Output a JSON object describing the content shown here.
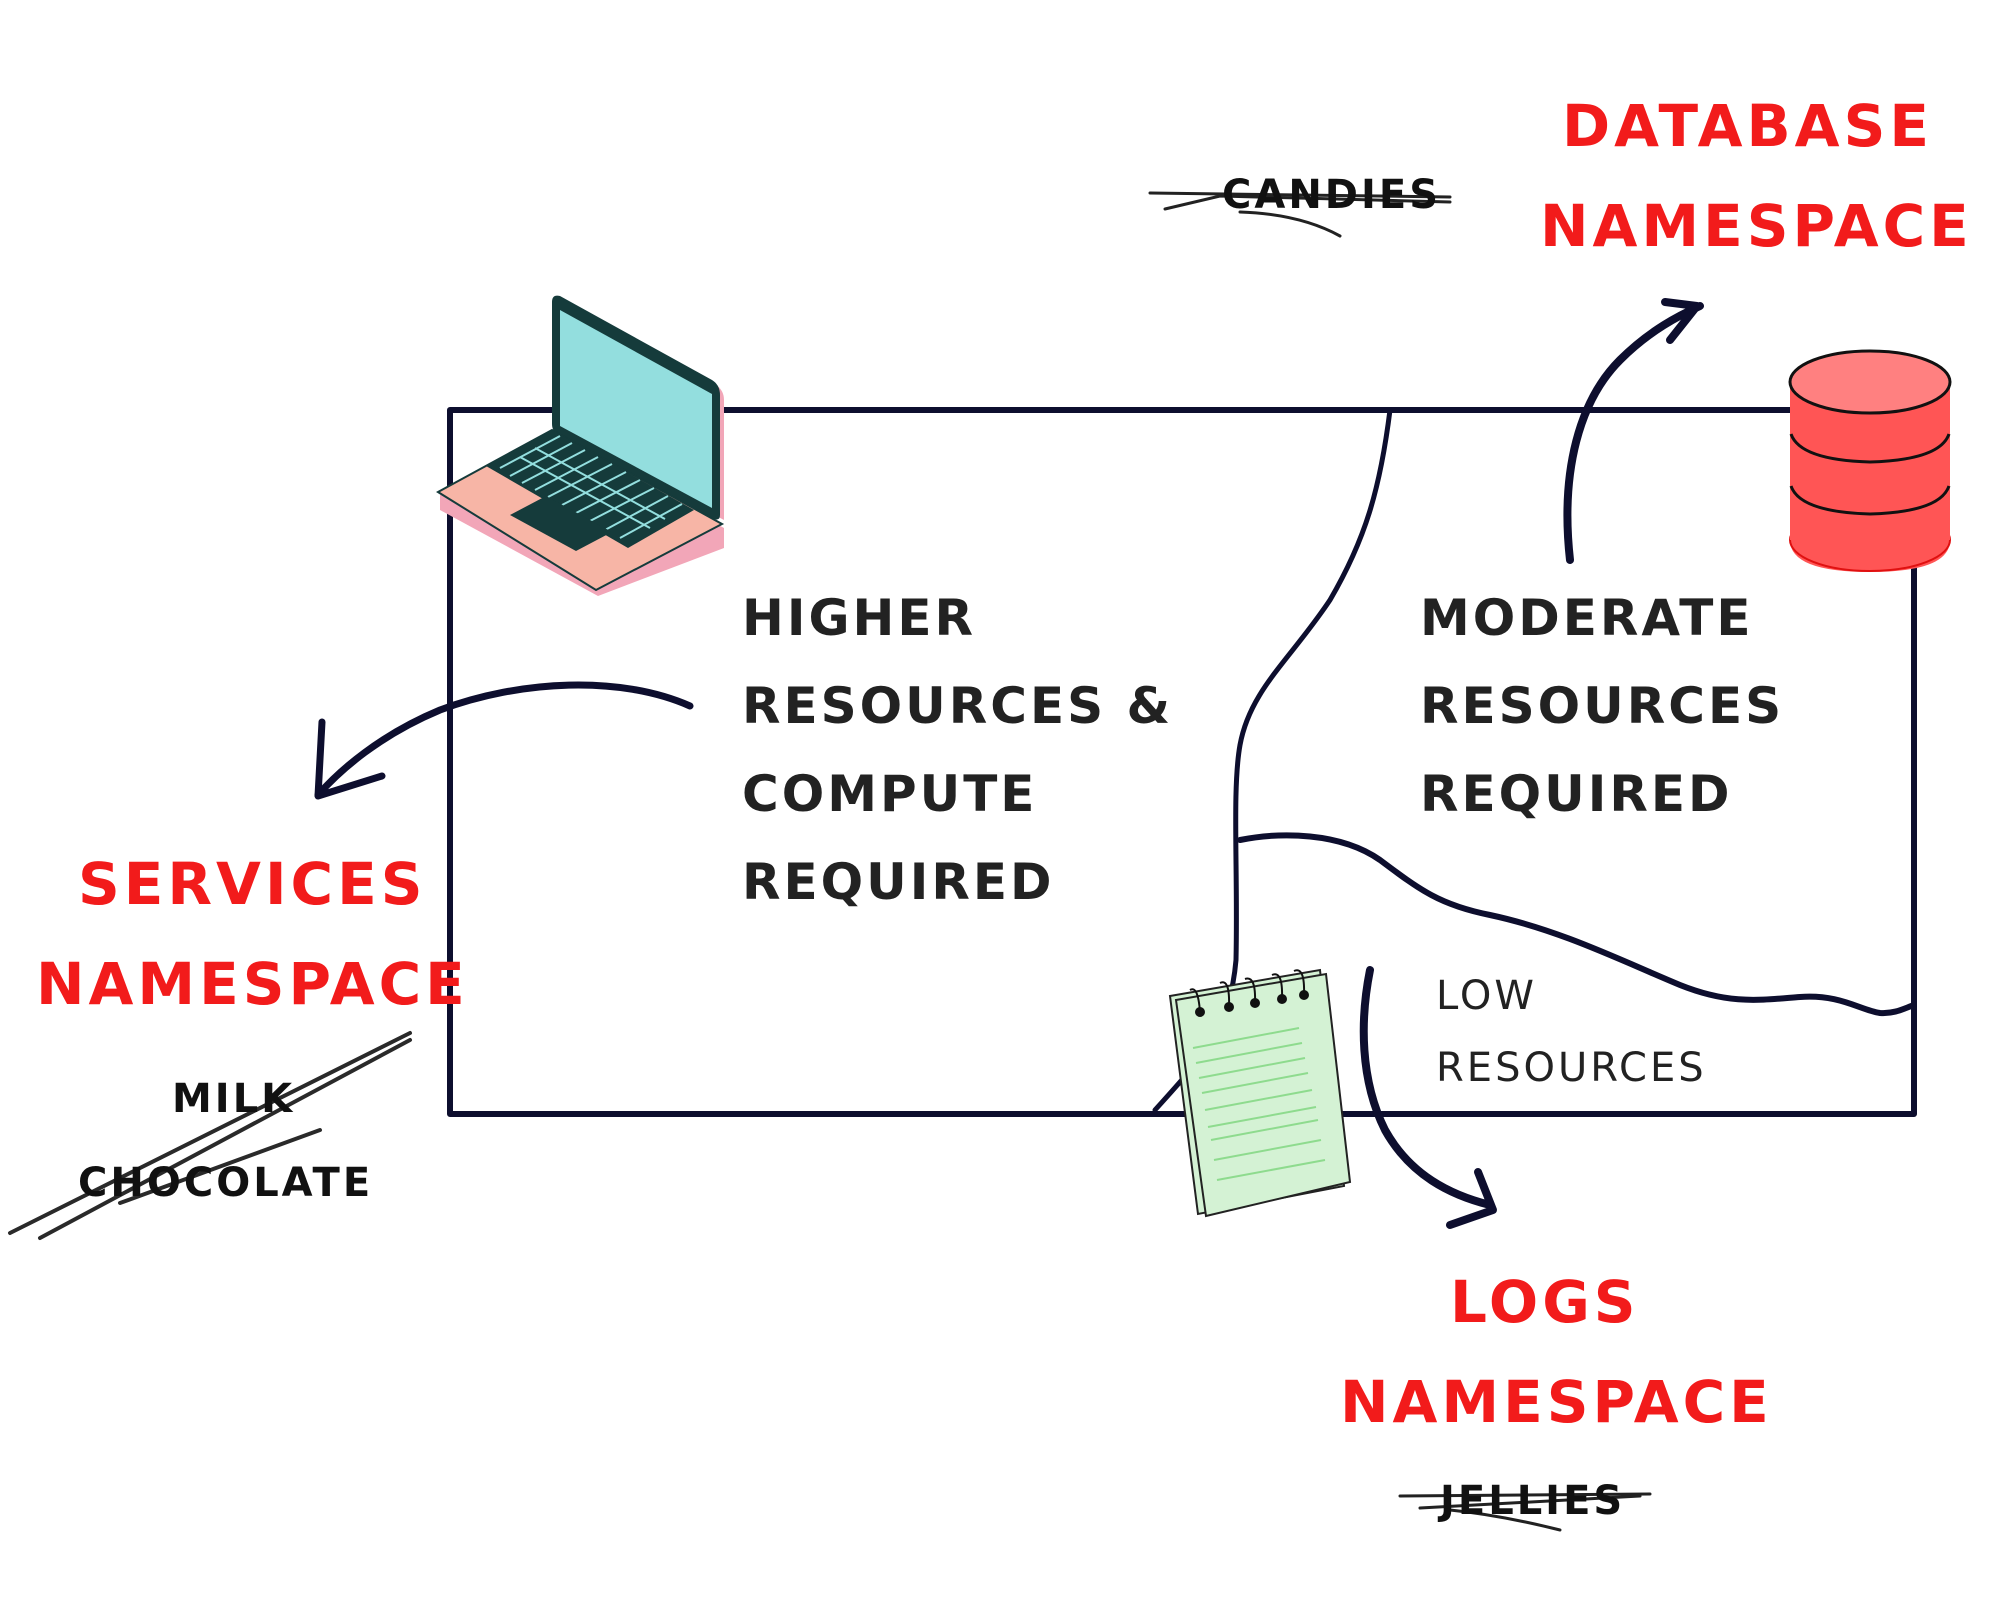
{
  "diagram": {
    "theme": {
      "line_color": "#0d0e2e",
      "label_color": "#f21b1b",
      "text_color": "#222222",
      "database_color": "#ff5555",
      "database_top_color": "#ff8080",
      "laptop_screen_color": "#93dede",
      "laptop_body_color": "#f7b5a6",
      "laptop_dark_color": "#153b3b",
      "notepad_color": "#d4f2d4",
      "notepad_line_color": "#8edb8e"
    },
    "regions": {
      "high": {
        "lines": [
          "HIGHER",
          "RESOURCES &",
          "COMPUTE",
          "REQUIRED"
        ]
      },
      "moderate": {
        "lines": [
          "MODERATE",
          "RESOURCES",
          "REQUIRED"
        ]
      },
      "low": {
        "lines": [
          "LOW",
          "RESOURCES"
        ]
      }
    },
    "namespaces": {
      "database": {
        "lines": [
          "DATABASE",
          "NAMESPACE"
        ],
        "crossed_out": "CANDIES",
        "icon": "database-icon"
      },
      "services": {
        "lines": [
          "SERVICES",
          "NAMESPACE"
        ],
        "crossed_out": [
          "MILK",
          "CHOCOLATE"
        ],
        "icon": "laptop-icon"
      },
      "logs": {
        "lines": [
          "LOGS",
          "NAMESPACE"
        ],
        "crossed_out": "JELLIES",
        "icon": "notepad-icon"
      }
    }
  }
}
